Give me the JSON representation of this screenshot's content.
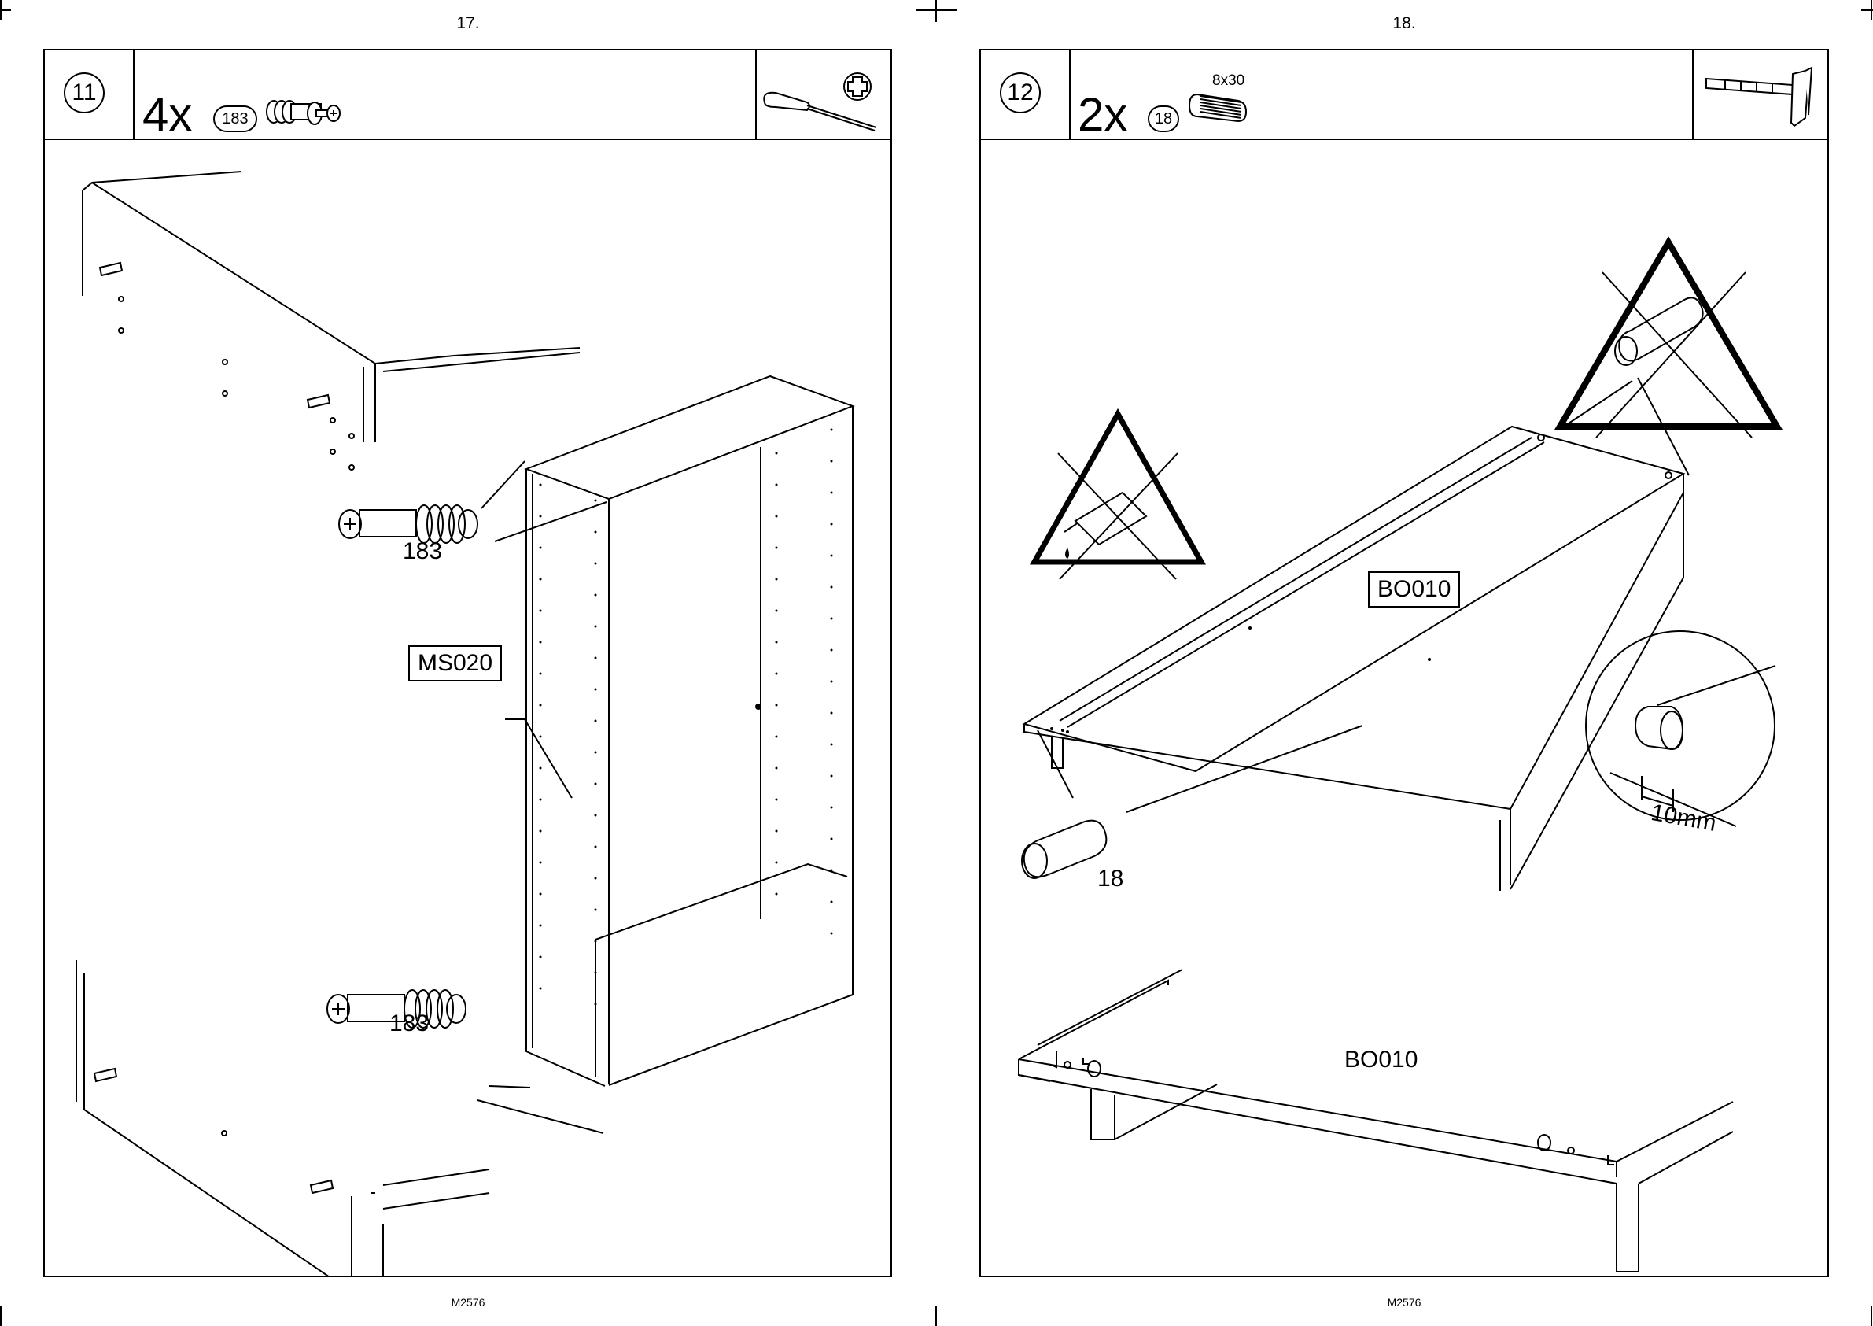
{
  "pages": [
    {
      "page_number": "17.",
      "footer": "M2576",
      "step": {
        "number": "11",
        "quantity": "4x",
        "part_code": "183",
        "tool": "screwdriver-phillips-icon",
        "labels": {
          "part_upper": "183",
          "part_lower": "183",
          "panel": "MS020"
        }
      }
    },
    {
      "page_number": "18.",
      "footer": "M2576",
      "step": {
        "number": "12",
        "quantity": "2x",
        "part_code": "18",
        "part_size": "8x30",
        "tool": "hammer-icon",
        "labels": {
          "board_upper": "BO010",
          "dowel": "18",
          "measure": "10mm",
          "board_lower": "BO010"
        }
      }
    }
  ]
}
